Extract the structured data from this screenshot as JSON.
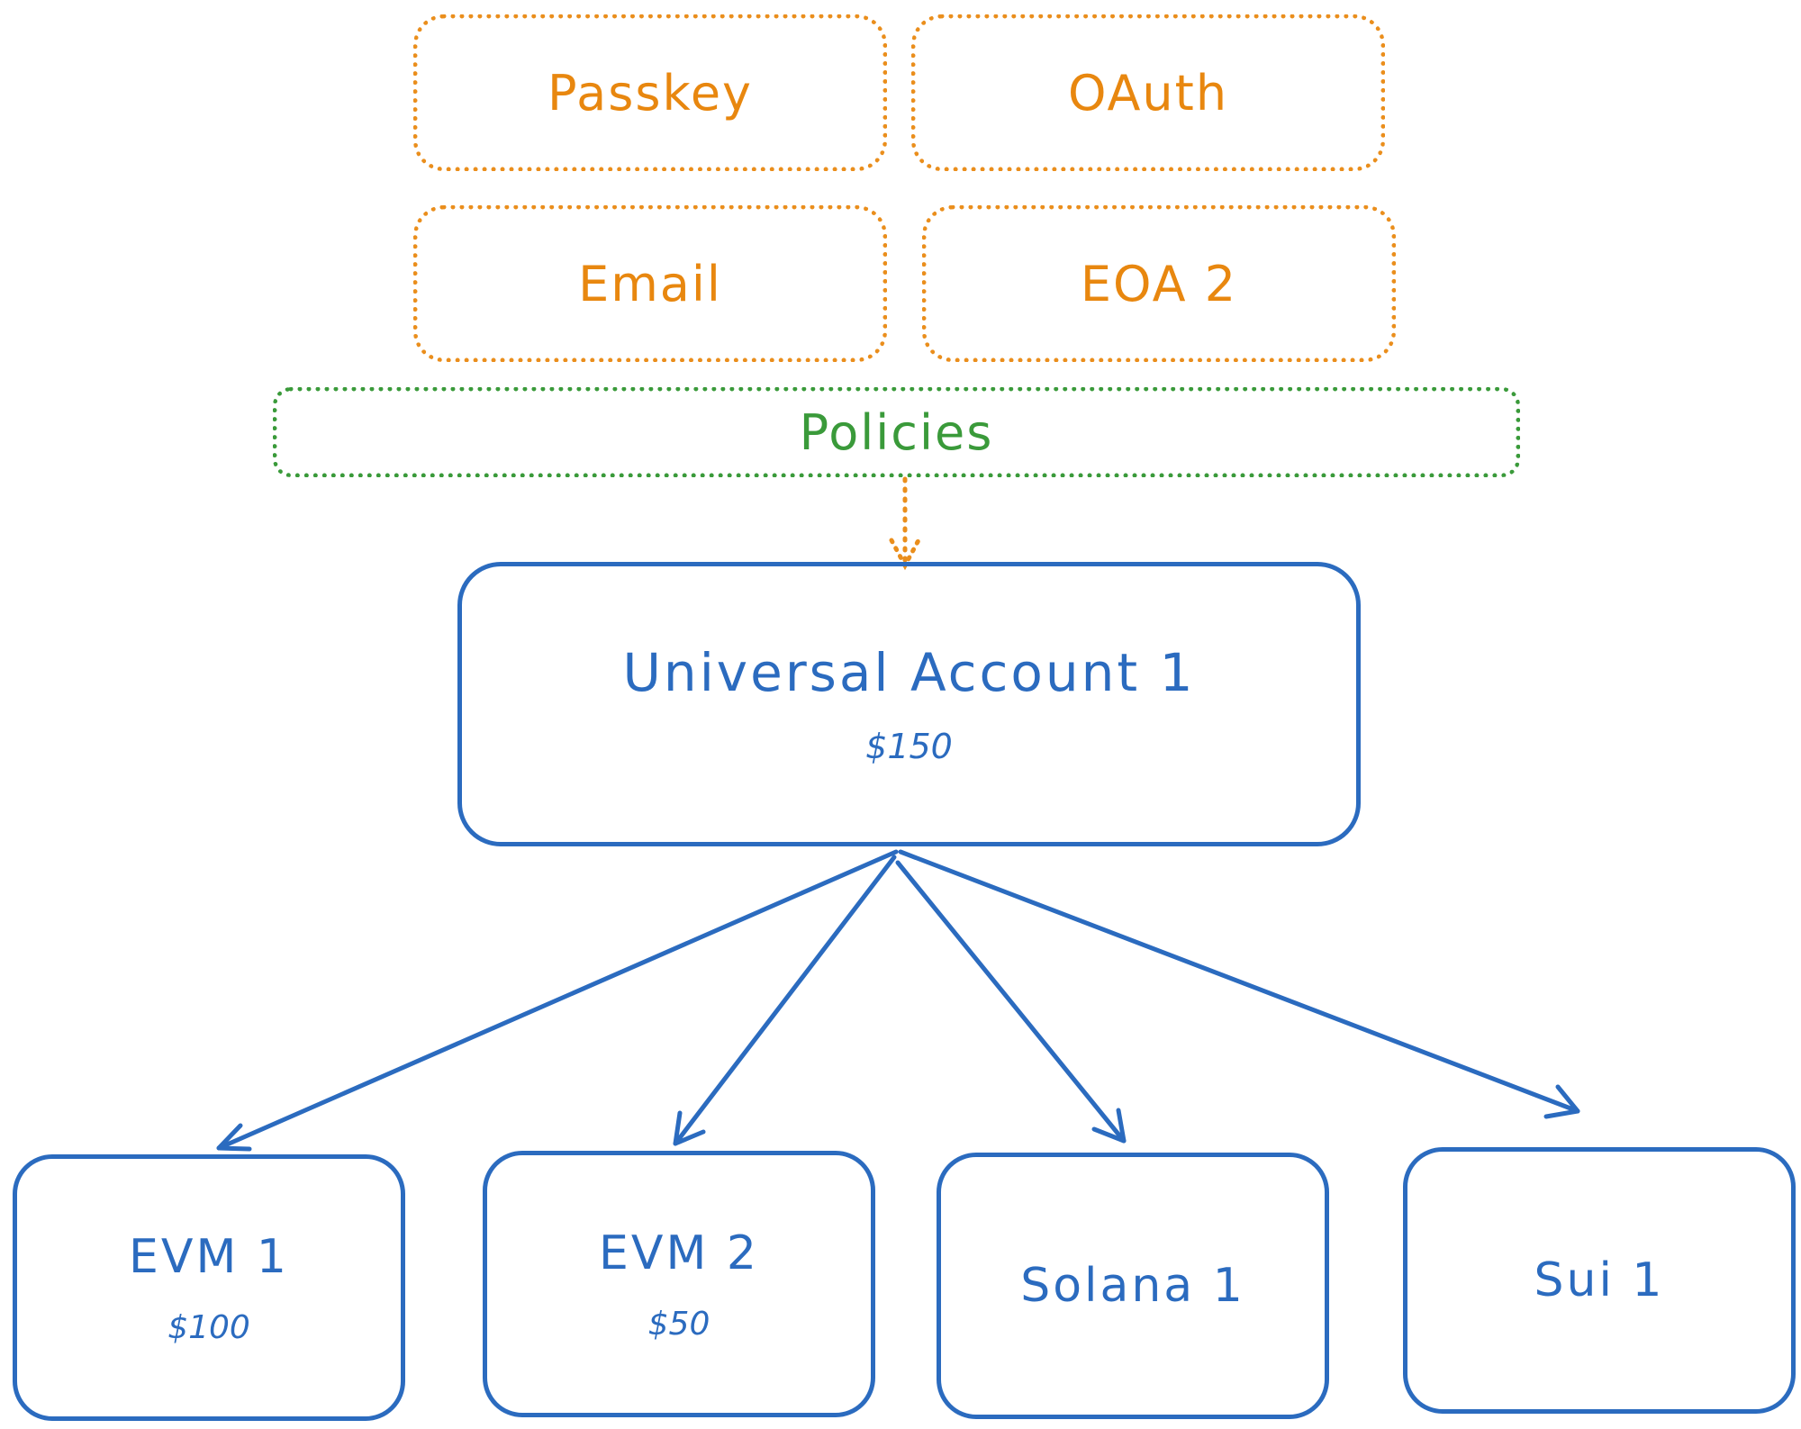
{
  "auth_methods": [
    "Passkey",
    "OAuth",
    "Email",
    "EOA 2"
  ],
  "policy_label": "Policies",
  "universal_account": {
    "name": "Universal Account 1",
    "balance": "$150"
  },
  "chain_accounts": [
    {
      "name": "EVM 1",
      "balance": "$100"
    },
    {
      "name": "EVM 2",
      "balance": "$50"
    },
    {
      "name": "Solana 1",
      "balance": ""
    },
    {
      "name": "Sui 1",
      "balance": ""
    }
  ],
  "colors": {
    "auth": "#e8870f",
    "policy": "#3a9a3a",
    "account": "#2b6bbf"
  }
}
